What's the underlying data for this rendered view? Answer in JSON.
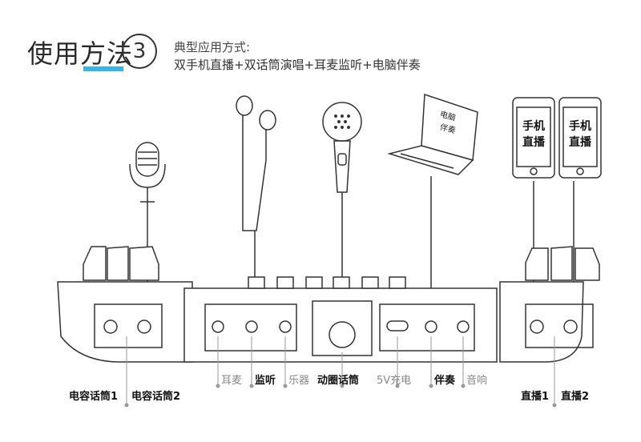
{
  "header": {
    "title": "使用方法",
    "step_number": "3",
    "subtitle_line1": "典型应用方式:",
    "subtitle_line2": "双手机直播+双话筒演唱+耳麦监听+电脑伴奏"
  },
  "devices": {
    "phone1_line1": "手机",
    "phone1_line2": "直播",
    "phone2_line1": "手机",
    "phone2_line2": "直播",
    "laptop_line1": "电脑",
    "laptop_line2": "伴奏"
  },
  "ports": {
    "condenser_mic1": "电容话筒1",
    "condenser_mic2": "电容话筒2",
    "headphones": "耳麦",
    "monitor": "监听",
    "instrument": "乐器",
    "dynamic_mic": "动圈话筒",
    "charge_5v": "5V充电",
    "accompaniment": "伴奏",
    "audio": "音响",
    "live1": "直播1",
    "live2": "直播2"
  },
  "colors": {
    "accent": "#38b4e6",
    "line": "#333333",
    "active_label": "#111111",
    "inactive_label": "#888888"
  }
}
